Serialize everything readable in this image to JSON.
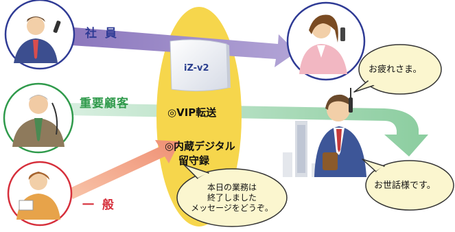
{
  "labels": {
    "employee": "社 員",
    "vip_customer": "重要顧客",
    "general": "一 般"
  },
  "device": {
    "name": "iZ-v2"
  },
  "features": {
    "vip_transfer": "◎VIP転送",
    "voicemail_line1": "◎内蔵デジタル",
    "voicemail_line2": "留守録"
  },
  "bubbles": {
    "employee_reply": "お疲れさま。",
    "vip_reply": "お世話様です。",
    "message_line1": "本日の業務は",
    "message_line2": "終了しました",
    "message_line3": "メッセージをどうぞ。"
  },
  "colors": {
    "employee_arrow": "#9b86c4",
    "vip_arrow": "#9fd5b2",
    "general_arrow": "#f2a489",
    "ellipse": "#f6d64c",
    "employee_ring": "#2f3b95",
    "vip_ring": "#2f9a4b",
    "general_ring": "#d62f3b",
    "bubble_fill": "#fbf6cf"
  }
}
